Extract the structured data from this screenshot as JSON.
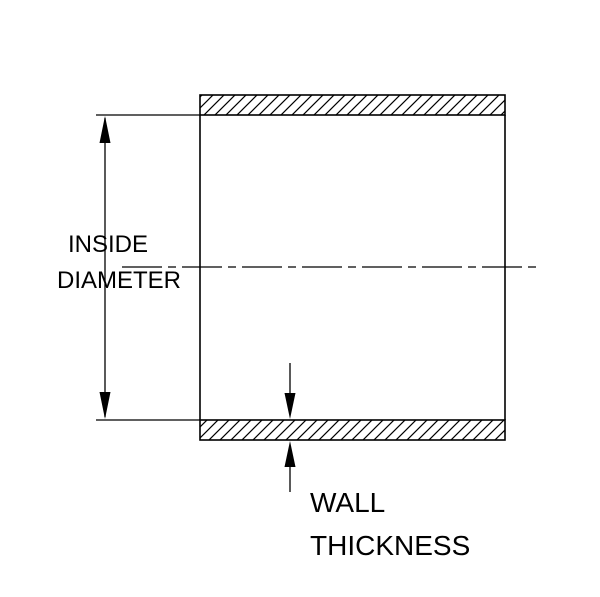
{
  "diagram": {
    "labels": {
      "inside_line1": "INSIDE",
      "inside_line2": "DIAMETER",
      "wall_line1": "WALL",
      "wall_line2": "THICKNESS"
    },
    "colors": {
      "line": "#000000",
      "text": "#000000",
      "background": "#ffffff"
    }
  }
}
